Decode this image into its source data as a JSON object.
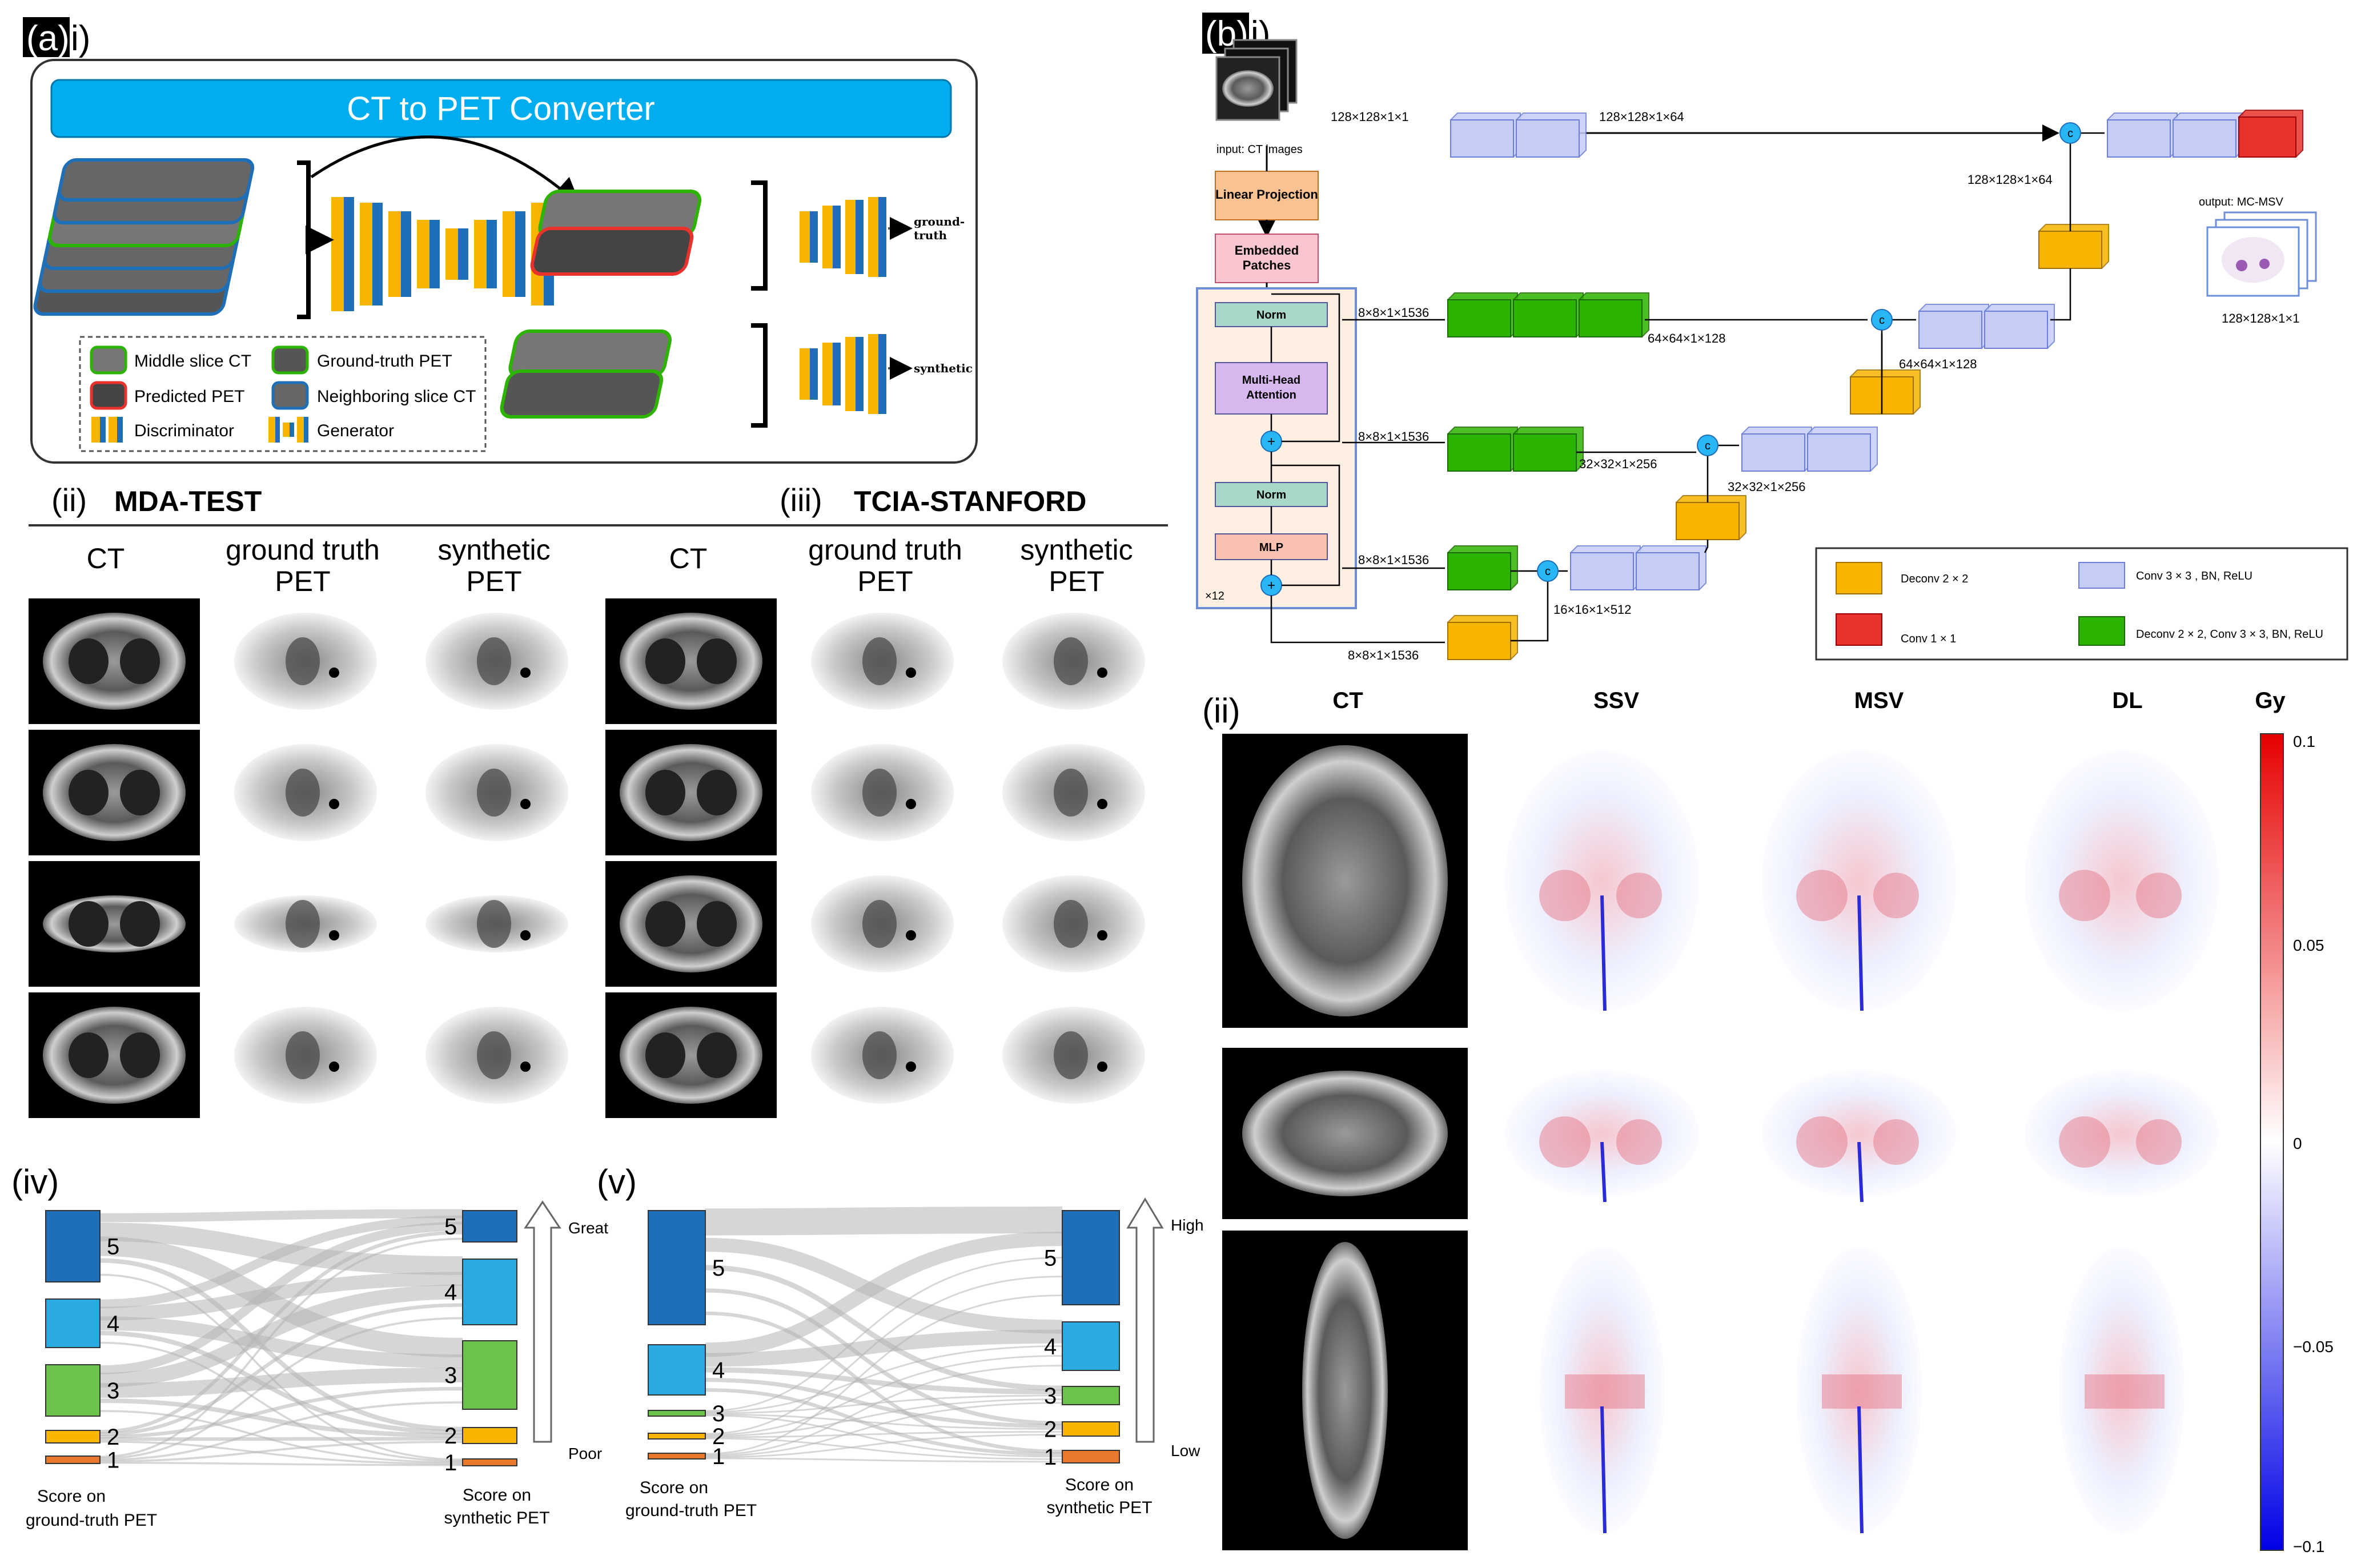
{
  "panel_a": {
    "tag_letter": "(a)",
    "tag_sub": "i)",
    "converter_title": "CT to PET Converter",
    "ground_truth_label": "ground-\ntruth",
    "synthetic_label": "synthetic",
    "legend": {
      "middle_slice_ct": "Middle slice CT",
      "ground_truth_pet": "Ground-truth PET",
      "predicted_pet": "Predicted PET",
      "neighboring_slice_ct": "Neighboring slice CT",
      "discriminator": "Discriminator",
      "generator": "Generator"
    },
    "ii_tag": "(ii)",
    "ii_title": "MDA-TEST",
    "iii_tag": "(iii)",
    "iii_title": "TCIA-STANFORD",
    "col_ct": "CT",
    "col_gt_line1": "ground truth",
    "col_gt_line2": "PET",
    "col_syn_line1": "synthetic",
    "col_syn_line2": "PET",
    "iv_tag": "(iv)",
    "v_tag": "(v)",
    "iv_left_caption_1": "Score on",
    "iv_left_caption_2": "ground-truth PET",
    "iv_right_caption_1": "Score on",
    "iv_right_caption_2": "synthetic PET",
    "iv_top": "Great",
    "iv_bottom": "Poor",
    "v_top": "High",
    "v_bottom": "Low",
    "scores": [
      "5",
      "4",
      "3",
      "2",
      "1"
    ]
  },
  "panel_b": {
    "tag_letter": "(b)",
    "tag_sub": "i)",
    "input_label": "input: CT images",
    "output_label": "output: MC-MSV",
    "linear_projection": "Linear Projection",
    "embedded_patches_1": "Embedded",
    "embedded_patches_2": "Patches",
    "norm": "Norm",
    "mha_1": "Multi-Head",
    "mha_2": "Attention",
    "mlp": "MLP",
    "x12": "×12",
    "plus": "+",
    "concat": "c",
    "dims": {
      "in": "128×128×1×1",
      "top_enc": "128×128×1×64",
      "top_dec": "128×128×1×64",
      "out": "128×128×1×1",
      "tok1": "8×8×1×1536",
      "tok2": "8×8×1×1536",
      "tok3": "8×8×1×1536",
      "tok4": "8×8×1×1536",
      "d64": "64×64×1×128",
      "d64b": "64×64×1×128",
      "d32": "32×32×1×256",
      "d32b": "32×32×1×256",
      "d16": "16×16×1×512"
    },
    "legend": {
      "deconv": "Deconv 2 × 2",
      "conv33": "Conv 3 × 3 , BN, ReLU",
      "conv11": "Conv 1 × 1",
      "deconv_conv": "Deconv 2 × 2, Conv 3 × 3, BN, ReLU"
    },
    "ii_tag": "(ii)",
    "col_ct": "CT",
    "col_ssv": "SSV",
    "col_msv": "MSV",
    "col_dl": "DL",
    "colorbar_unit": "Gy",
    "colorbar_ticks": [
      "0.1",
      "0.05",
      "0",
      "−0.05",
      "−0.1"
    ]
  },
  "colors": {
    "banner": "#00aeef",
    "dark_blue": "#1f6fb8",
    "light_blue": "#29abe2",
    "green": "#6cc24a",
    "yellow": "#f7b500",
    "orange": "#e8792b",
    "conv_block": "#c5cdf7",
    "deconv_green": "#2db400",
    "red_block": "#e8322b",
    "concat": "#29b6f6"
  }
}
